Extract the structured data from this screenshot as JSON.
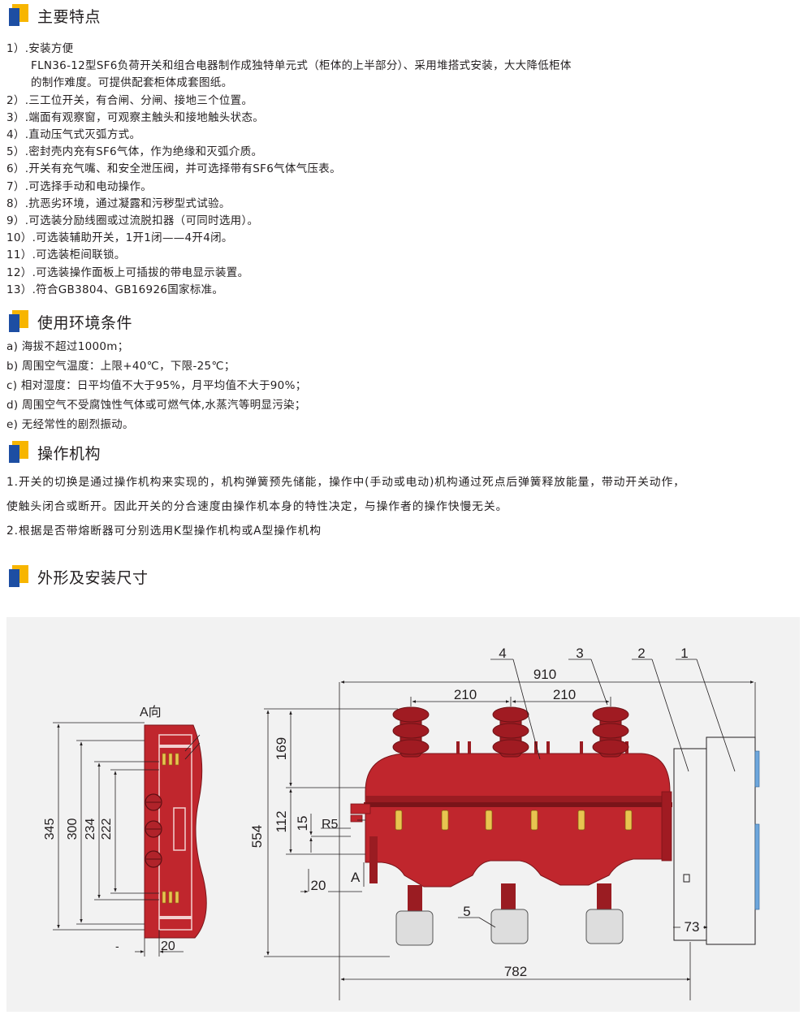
{
  "sections": {
    "features": {
      "title": "主要特点",
      "items": [
        "1）.安装方便",
        "FLN36-12型SF6负荷开关和组合电器制作成独特单元式（柜体的上半部分）、采用堆搭式安装，大大降低柜体",
        "的制作难度。可提供配套柜体成套图纸。",
        "2）.三工位开关，有合闸、分闸、接地三个位置。",
        "3）.端面有观察窗，可观察主触头和接地触头状态。",
        "4）.直动压气式灭弧方式。",
        "5）.密封壳内充有SF6气体，作为绝缘和灭弧介质。",
        "6）.开关有充气嘴、和安全泄压阀，并可选择带有SF6气体气压表。",
        "7）.可选择手动和电动操作。",
        "8）.抗恶劣环境，通过凝露和污秽型式试验。",
        "9）.可选装分励线圈或过流脱扣器（可同时选用）。",
        "10）.可选装辅助开关，1开1闭——4开4闭。",
        "11）.可选装柜间联锁。",
        "12）.可选装操作面板上可插拔的带电显示装置。",
        "13）.符合GB3804、GB16926国家标准。"
      ]
    },
    "environment": {
      "title": "使用环境条件",
      "items": [
        "a) 海拔不超过1000m；",
        "b) 周围空气温度：上限+40℃，下限-25℃；",
        "c) 相对湿度：日平均值不大于95%，月平均值不大于90%；",
        "d) 周围空气不受腐蚀性气体或可燃气体,水蒸汽等明显污染；",
        "e) 无经常性的剧烈振动。"
      ]
    },
    "mechanism": {
      "title": "操作机构",
      "paragraphs": [
        "1.开关的切换是通过操作机构来实现的，机构弹簧预先储能，操作中(手动或电动)机构通过死点后弹簧释放能量，带动开关动作，",
        "使触头闭合或断开。因此开关的分合速度由操作机本身的特性决定，与操作者的操作快慢无关。",
        "2.根据是否带熔断器可分别选用K型操作机构或A型操作机构"
      ]
    },
    "dimensions": {
      "title": "外形及安装尺寸"
    }
  },
  "drawing": {
    "side_view": {
      "view_label": "A向",
      "dims": {
        "h345": "345",
        "h300": "300",
        "h234": "234",
        "h222": "222",
        "w20": "20",
        "dash": "-"
      }
    },
    "front_view": {
      "dims": {
        "h554": "554",
        "h169": "169",
        "h112": "112",
        "h15": "15",
        "r5": "R5",
        "d20": "20",
        "w910": "910",
        "w210a": "210",
        "w210b": "210",
        "w782": "782",
        "w73": "73"
      },
      "callouts": [
        "1",
        "2",
        "3",
        "4",
        "5"
      ],
      "section_mark": "A"
    }
  },
  "colors": {
    "body_red": "#c0262d",
    "dark_red": "#9a1c22",
    "insulator": "#a01b22",
    "yellow": "#f7b500",
    "blue": "#1d4ea3",
    "fuse_gray": "#dddddd",
    "panel_blue": "#6ea7dd"
  }
}
